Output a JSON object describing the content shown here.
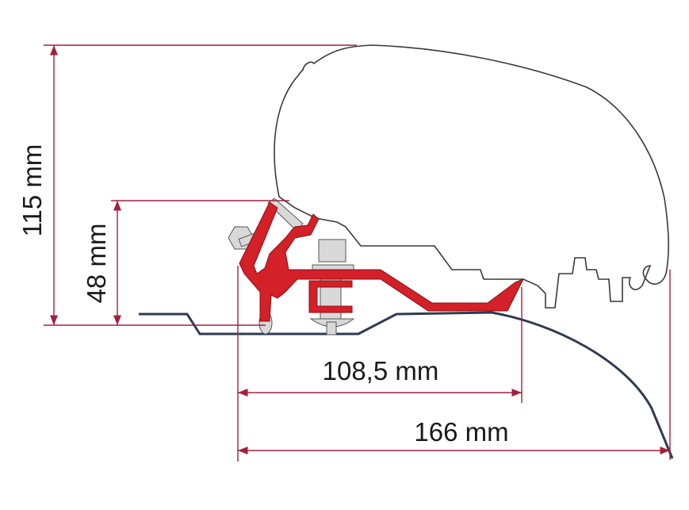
{
  "dimensions": {
    "height_total": "115 mm",
    "height_bracket": "48 mm",
    "width_bracket": "108,5 mm",
    "width_total": "166 mm"
  },
  "colors": {
    "dimension_line": "#a3213b",
    "bracket": "#d42028",
    "roof": "#2f3b52",
    "hardware": "#d9d9d9",
    "outline": "#3a3a3a"
  }
}
